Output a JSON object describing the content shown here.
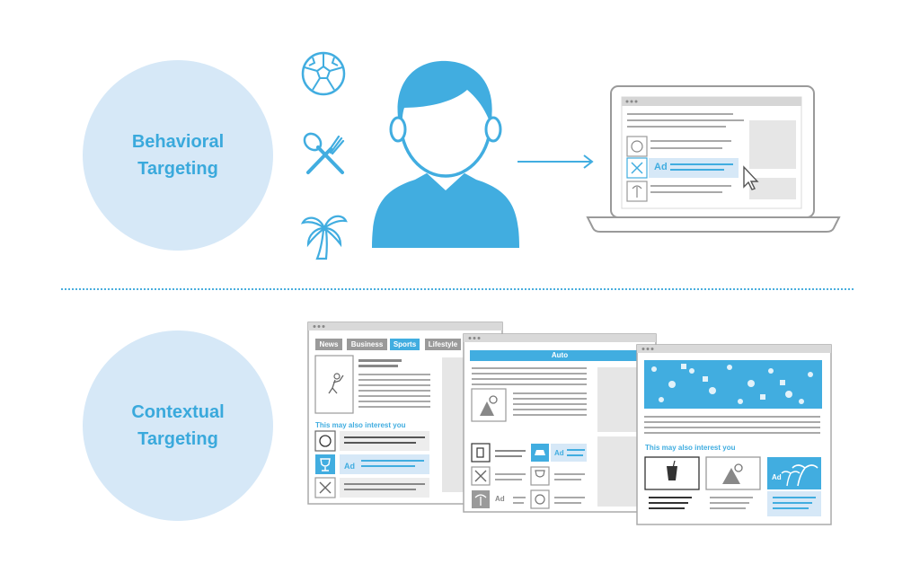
{
  "colors": {
    "accent": "#41ade0",
    "light_circle": "#d6e8f7",
    "gray_line": "#a9a9a9",
    "gray_box": "#e6e6e6"
  },
  "behavioral": {
    "line1": "Behavioral",
    "line2": "Targeting"
  },
  "contextual": {
    "line1": "Contextual",
    "line2": "Targeting"
  },
  "interest_icons": [
    "soccer-ball-icon",
    "fork-spoon-icon",
    "palm-tree-icon"
  ],
  "laptop": {
    "ad_label": "Ad"
  },
  "sports_page": {
    "tabs": [
      "News",
      "Business",
      "Sports",
      "Lifestyle"
    ],
    "active_tab": "Sports",
    "related_title": "This may also interest you",
    "ad_label": "Ad"
  },
  "auto_page": {
    "header": "Auto",
    "ad_label": "Ad",
    "ad_label_gray": "Ad"
  },
  "travel_page": {
    "related_title": "This may also interest you",
    "ad_label": "Ad"
  }
}
